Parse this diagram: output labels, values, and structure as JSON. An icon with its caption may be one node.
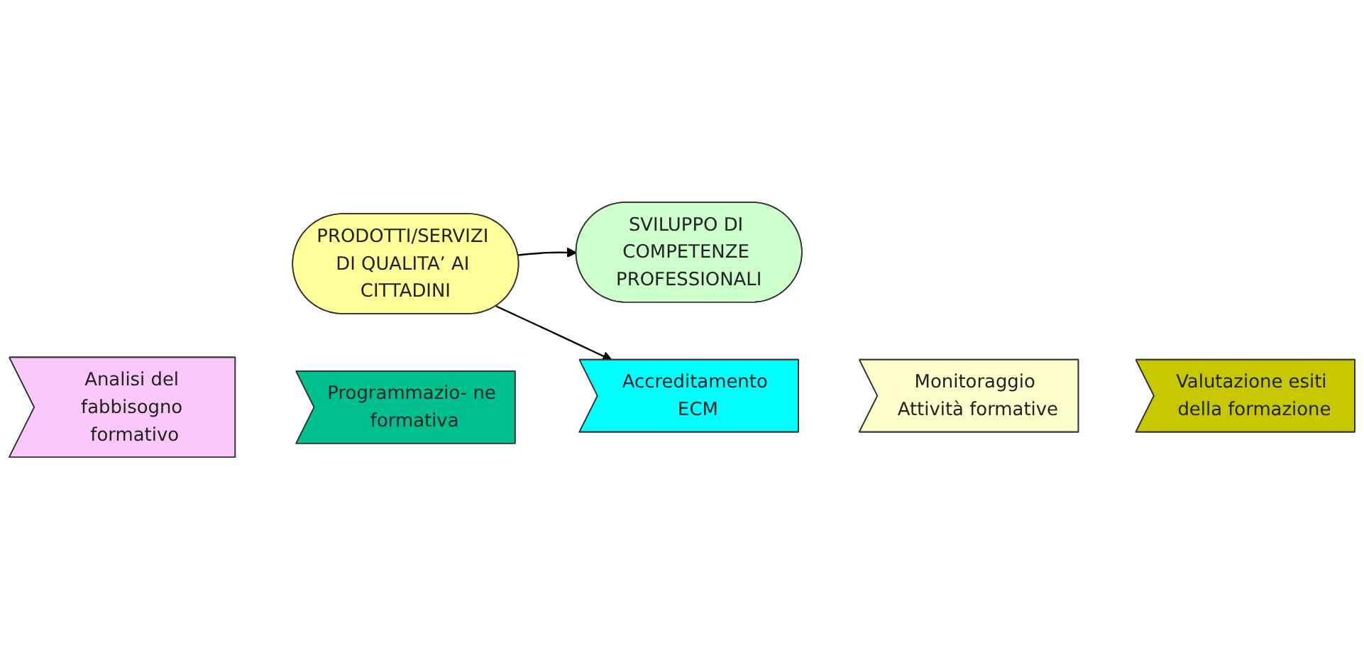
{
  "diagram": {
    "nodes": [
      {
        "text": [
          "PRODOTTI/SERVIZI DI QUALITA’ AI CITTADINI"
        ]
      },
      {
        "text": [
          "SVILUPPO DI COMPETENZE PROFESSIONALI"
        ]
      },
      {
        "text": [
          "Analisi del fabbisogno formativo"
        ]
      },
      {
        "text": [
          "Programmazio- ne formativa"
        ]
      },
      {
        "text": [
          "Accreditamento ECM"
        ]
      },
      {
        "text": [
          "Monitoraggio Attività formative"
        ]
      },
      {
        "text": [
          "Valutazione esiti della formazione"
        ]
      }
    ],
    "edges": [
      {
        "from": 0,
        "to": 1,
        "arrow": "to"
      },
      {
        "from": 0,
        "to": 4,
        "arrow": "to"
      }
    ]
  }
}
